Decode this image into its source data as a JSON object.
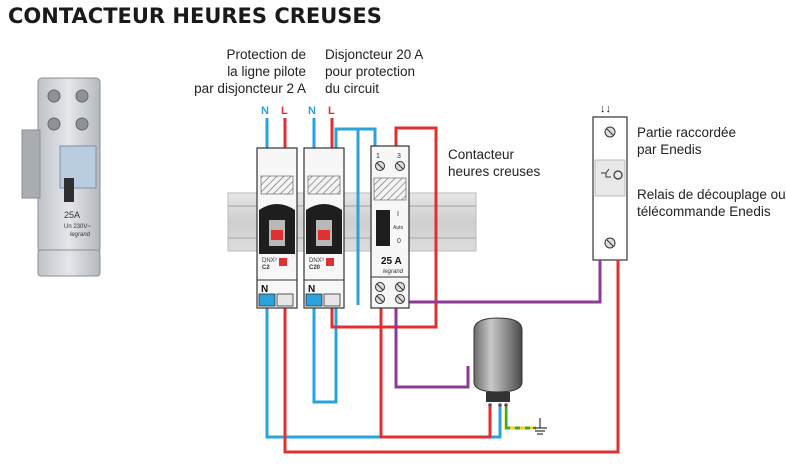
{
  "title": "CONTACTEUR HEURES CREUSES",
  "labels": {
    "pilot_protection": [
      "Protection de",
      "la ligne pilote",
      "par disjoncteur 2 A"
    ],
    "breaker_20a": [
      "Disjoncteur 20 A",
      "pour protection",
      "du circuit"
    ],
    "contactor": [
      "Contacteur",
      "heures creuses"
    ],
    "enedis_connected": [
      "Partie raccordée",
      "par Enedis"
    ],
    "relay": [
      "Relais de découplage ou",
      "télécommande Enedis"
    ]
  },
  "wire_labels": {
    "neutral": "N",
    "line": "L"
  },
  "breaker_2a": {
    "type": "DNX³",
    "rating": "C2",
    "terminal": "N"
  },
  "breaker_20a_module": {
    "type": "DNX³",
    "rating": "C20",
    "terminal": "N"
  },
  "contactor_module": {
    "terminal_left": "1",
    "terminal_right": "3",
    "switch_on": "I",
    "switch_auto": "Auto",
    "switch_off": "0",
    "rating": "25 A",
    "brand": "legrand"
  },
  "photo_product": {
    "rating": "25A",
    "voltage": "Un 230V~",
    "brand": "legrand"
  },
  "enedis_box": {
    "arrows": "↓↓"
  },
  "colors": {
    "neutral": "#2aa3dc",
    "line": "#e03030",
    "pilot": "#8c3a95",
    "earth_green": "#3aa64a",
    "earth_yellow": "#f1d21a",
    "rail": "#d9d9d9"
  },
  "icons": {
    "ground": "ground-icon",
    "relay": "relay-symbol-icon"
  }
}
